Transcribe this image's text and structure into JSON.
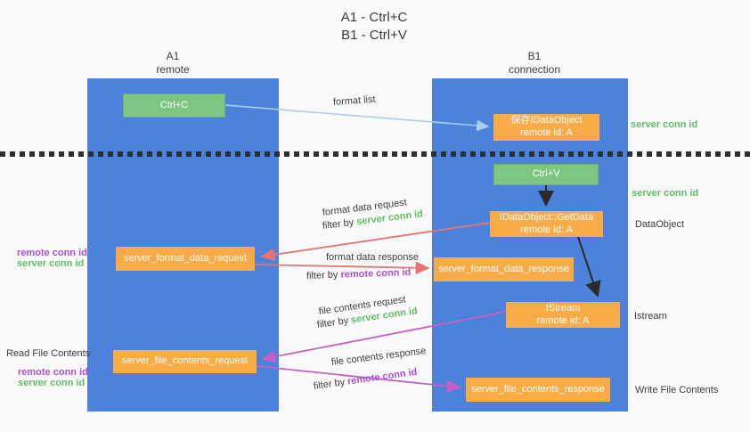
{
  "title": {
    "line1": "A1 - Ctrl+C",
    "line2": "B1 - Ctrl+V"
  },
  "lanes": {
    "left": {
      "name": "A1",
      "role": "remote"
    },
    "right": {
      "name": "B1",
      "role": "connection"
    }
  },
  "nodes": {
    "ctrl_c": {
      "label": "Ctrl+C"
    },
    "ctrl_v": {
      "label": "Ctrl+V"
    },
    "save_dataobject": {
      "line1": "保存IDataObject",
      "line2": "remote id: A"
    },
    "getdata": {
      "line1": "IDataObject::GetData",
      "line2": "remote id: A"
    },
    "istream": {
      "line1": "IStream",
      "line2": "remote id: A"
    },
    "format_request": {
      "label": "server_format_data_request"
    },
    "format_response": {
      "label": "server_format_data_response"
    },
    "file_request": {
      "label": "server_file_contents_request"
    },
    "file_response": {
      "label": "server_file_contents_response"
    }
  },
  "edges": {
    "format_list": {
      "label": "format list"
    },
    "format_data_request": {
      "label": "format data request",
      "filter_prefix": "filter by ",
      "filter_key": "server conn id"
    },
    "format_data_response": {
      "label": "format data response",
      "filter_prefix": "filter by ",
      "filter_key": "remote conn id"
    },
    "file_contents_request": {
      "label": "file contents request",
      "filter_prefix": "filter by ",
      "filter_key": "server conn id"
    },
    "file_contents_response": {
      "label": "file contents response",
      "filter_prefix": "filter by ",
      "filter_key": "remote conn id"
    }
  },
  "side_annotations": {
    "right_top_server_conn": "server conn id",
    "right_mid_server_conn": "server conn id",
    "right_dataobject": "DataObject",
    "right_istream": "Istream",
    "right_write_file": "Write File Contents",
    "left_read_file": "Read File Contents",
    "left_mid": {
      "remote": "remote conn id",
      "server": "server conn id"
    },
    "left_bottom": {
      "remote": "remote conn id",
      "server": "server conn id"
    }
  },
  "colors": {
    "background": "#fafafa",
    "lane_blue": "#4c82d9",
    "node_green": "#7ec783",
    "node_orange": "#f9ab47",
    "arrow_light_blue": "#a9cfee",
    "arrow_red": "#e87373",
    "arrow_magenta": "#c55fc8",
    "arrow_black": "#2b2b2b",
    "divider_black": "#2e2e2e",
    "text_green": "#61bd66",
    "text_purple": "#ab50d2",
    "text_gray": "#3c3c3c"
  }
}
